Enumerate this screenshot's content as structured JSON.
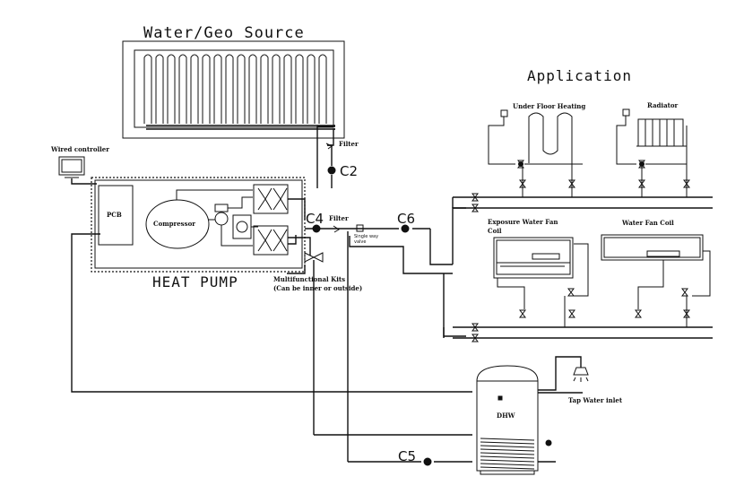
{
  "source_title": "Water/Geo Source",
  "application_title": "Application",
  "heat_pump_label": "HEAT PUMP",
  "wired_controller": "Wired controller",
  "pcb": "PCB",
  "compressor": "Compressor",
  "filter_top": "Filter",
  "filter_mid": "Filter",
  "c2": "C2",
  "c4": "C4",
  "c5": "C5",
  "c6": "C6",
  "single_way_valve": [
    "Single way",
    "valve"
  ],
  "multifunctional": [
    "Multifunctional Kits",
    "(Can be inner or outside)"
  ],
  "under_floor_heating": "Under Floor Heating",
  "radiator": "Radiator",
  "exposure_fan_coil": [
    "Exposure Water Fan",
    "Coil"
  ],
  "water_fan_coil": "Water Fan Coil",
  "dhw": "DHW",
  "tap_water_inlet": "Tap Water inlet"
}
